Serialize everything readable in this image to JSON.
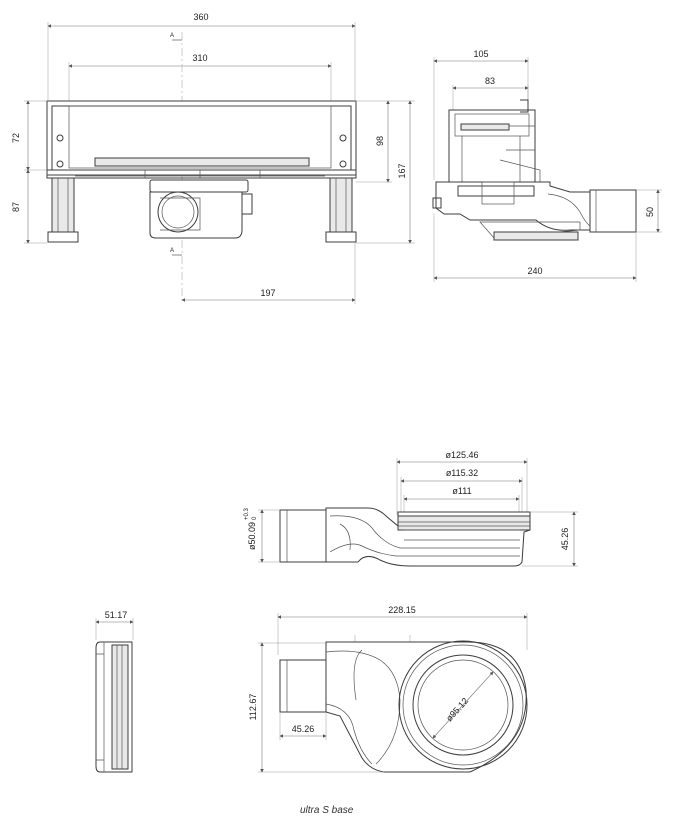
{
  "dimensions": {
    "front_width": "360",
    "front_inner_width": "310",
    "front_offset": "197",
    "front_left_72": "72",
    "front_left_87": "87",
    "front_right_98": "98",
    "front_right_167": "167",
    "section_mark_top": "A",
    "section_mark_bottom": "A",
    "side_top_105": "105",
    "side_top_83": "83",
    "side_length": "240",
    "side_height": "50",
    "base_d125": "ø125.46",
    "base_d115": "ø115.32",
    "base_d111": "ø111",
    "base_outlet_d": "ø50.09",
    "base_outlet_tol": "+0.3",
    "base_outlet_tol2": "0",
    "base_height": "45.26",
    "end_width": "51.17",
    "plan_length": "228.15",
    "plan_height": "112.67",
    "plan_outlet_len": "45.26",
    "plan_circle_d": "ø95.12"
  },
  "caption": "ultra S base"
}
